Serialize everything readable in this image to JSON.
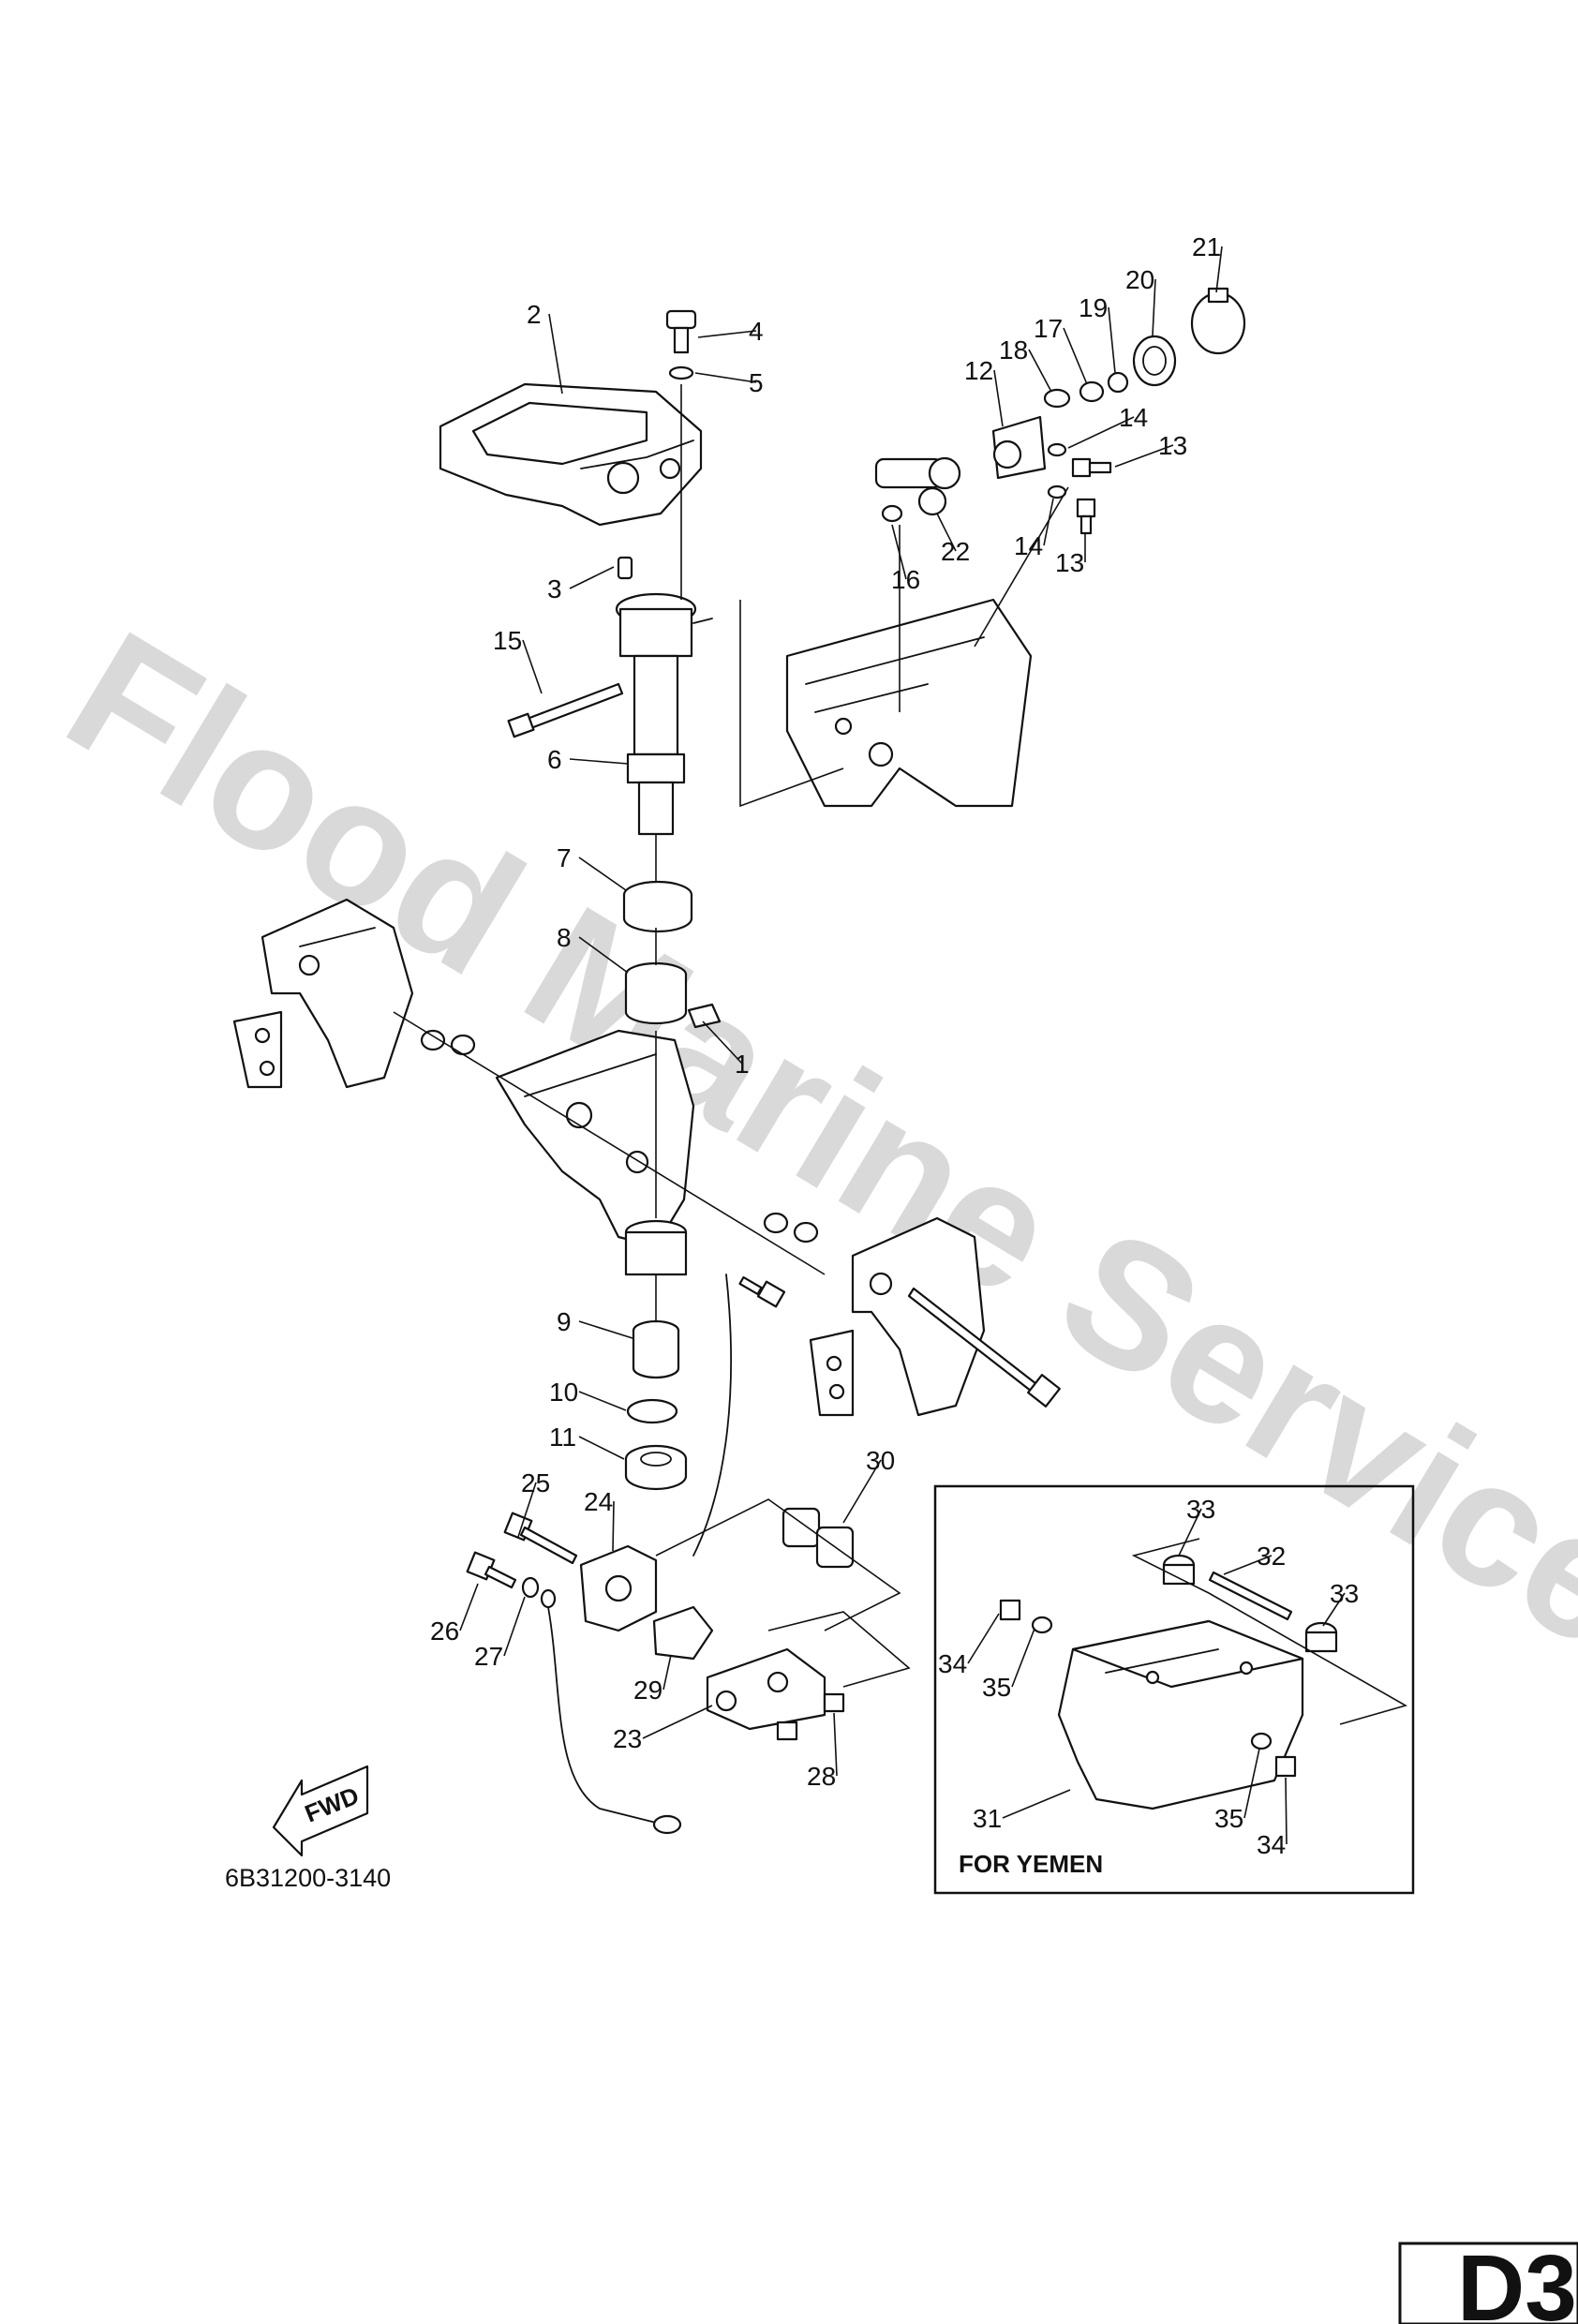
{
  "watermark": "Flood Marine Services",
  "drawing_code": "6B31200-3140",
  "inset_caption": "FOR YEMEN",
  "fwd_label": "FWD",
  "page_code": "D3",
  "callouts": [
    "1",
    "2",
    "3",
    "4",
    "5",
    "6",
    "7",
    "8",
    "9",
    "10",
    "11",
    "12",
    "13",
    "13",
    "14",
    "14",
    "15",
    "16",
    "17",
    "18",
    "19",
    "20",
    "21",
    "22",
    "23",
    "24",
    "25",
    "26",
    "27",
    "28",
    "29",
    "30",
    "31",
    "32",
    "33",
    "33",
    "34",
    "34",
    "35",
    "35"
  ],
  "colors": {
    "line": "#111111",
    "watermark": "#d9d9d9",
    "background": "#ffffff"
  }
}
